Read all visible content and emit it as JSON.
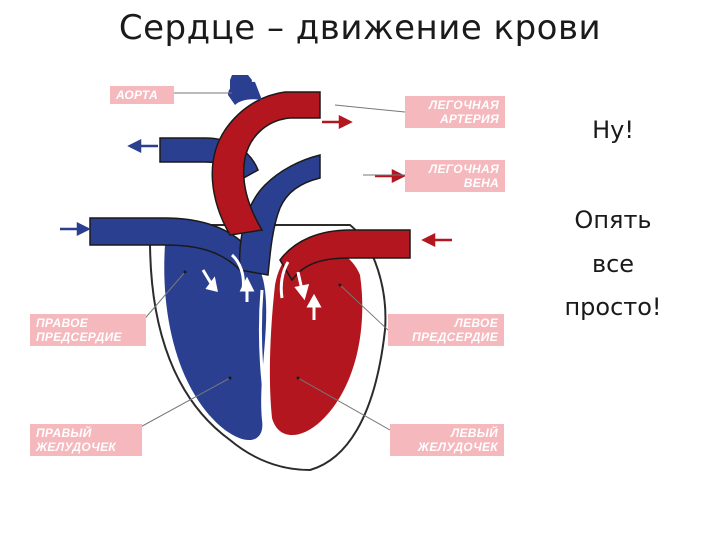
{
  "slide": {
    "title": "Сердце – движение крови"
  },
  "labels": {
    "aorta": "АОРТА",
    "pulmonary_artery_1": "ЛЕГОЧНАЯ",
    "pulmonary_artery_2": "АРТЕРИЯ",
    "pulmonary_vein_1": "ЛЕГОЧНАЯ",
    "pulmonary_vein_2": "ВЕНА",
    "right_atrium_1": "ПРАВОЕ",
    "right_atrium_2": "ПРЕДСЕРДИЕ",
    "left_atrium_1": "ЛЕВОЕ",
    "left_atrium_2": "ПРЕДСЕРДИЕ",
    "right_ventricle_1": "ПРАВЫЙ",
    "right_ventricle_2": "ЖЕЛУДОЧЕК",
    "left_ventricle_1": "ЛЕВЫЙ",
    "left_ventricle_2": "ЖЕЛУДОЧЕК"
  },
  "side_text": {
    "line1": "Ну!",
    "line2": "Опять",
    "line3": "все",
    "line4": "просто!"
  },
  "colors": {
    "venous_blue": "#2b3f91",
    "arterial_red": "#b3161e",
    "label_pink": "#f5b8bd"
  }
}
